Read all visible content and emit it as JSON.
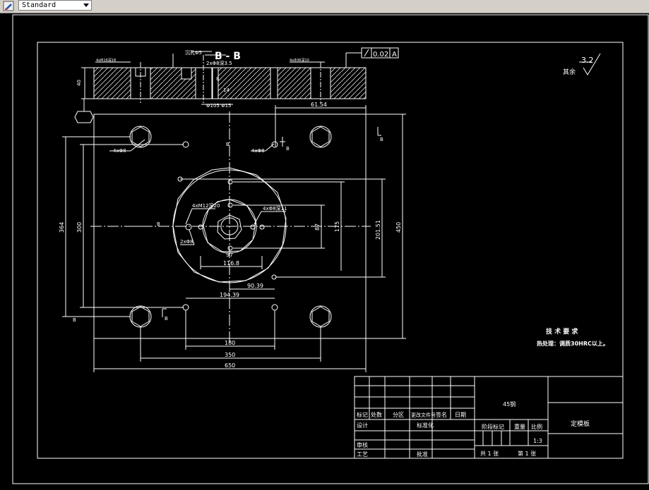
{
  "toolbar": {
    "text_style_value": "Standard",
    "icon": "text-style-icon"
  },
  "drawing": {
    "section_label": "B - B",
    "flatness_tolerance": "0.02",
    "datum": "A",
    "roughness_value": "3.2",
    "roughness_other": "其余",
    "top_dim_left": "4xM16深18",
    "top_dim_right": "4xΦ36深10",
    "top_dim_mid1": "沉孔Φ5",
    "top_dim_mid2": "2xΦ8深3.5",
    "top_dim_mid3": "Φ105 Φ15",
    "height_40": "40",
    "dim_8_5": "8",
    "dim_14": "14",
    "dim_61_54": "61.54",
    "label_4x_m8": "4xΦ8",
    "label_4x_d8": "4xΦ8",
    "label_4x_m12": "4xM12深20",
    "label_4x_d11": "4xΦ8深11",
    "label_2x_d8": "2xΦ8",
    "dim_364": "364",
    "dim_300": "300",
    "dim_87": "87",
    "dim_175": "175",
    "dim_201_51": "201.51",
    "dim_450": "450",
    "dim_97": "97",
    "dim_116_8": "116.8",
    "dim_90_39": "90.39",
    "dim_194_39": "194.39",
    "dim_180": "180",
    "dim_350": "350",
    "dim_650": "650",
    "section_mark": "B",
    "tech_title": "技 术 要 求",
    "tech_text": "热处理：调质30HRC以上。",
    "title_block": {
      "row_labels": [
        "标记",
        "处数",
        "分区",
        "更改文件号",
        "签名",
        "日期"
      ],
      "design": "设计",
      "standard": "标准化",
      "review": "审核",
      "process": "工艺",
      "approve": "批准",
      "material": "45钢",
      "stage_mark": "阶段标记",
      "weight": "重量",
      "scale_label": "比例",
      "scale": "1:3",
      "total_sheets": "共 1 张",
      "sheet_no": "第 1 张",
      "part_name": "定模板"
    }
  }
}
